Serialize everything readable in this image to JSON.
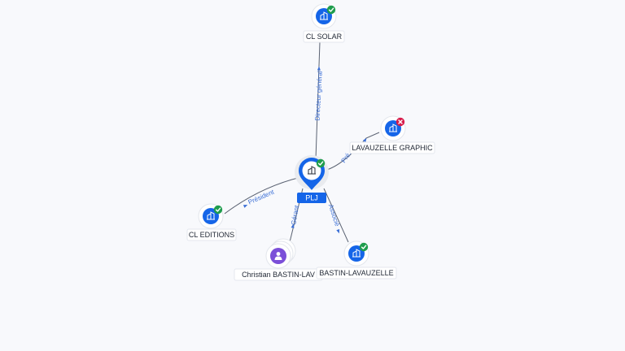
{
  "center": {
    "label": "PLJ",
    "status": "active",
    "icon": "building-icon",
    "color": "#1565e8"
  },
  "nodes": [
    {
      "id": "cl-solar",
      "label": "CL SOLAR",
      "kind": "company",
      "status": "active",
      "icon": "building-icon"
    },
    {
      "id": "lavauzelle-graphic",
      "label": "LAVAUZELLE GRAPHIC",
      "kind": "company",
      "status": "closed",
      "icon": "building-icon"
    },
    {
      "id": "cl-editions",
      "label": "CL EDITIONS",
      "kind": "company",
      "status": "active",
      "icon": "building-icon"
    },
    {
      "id": "christian-bastin",
      "label": "Christian BASTIN-LAV",
      "kind": "person",
      "status": "none",
      "icon": "person-icon"
    },
    {
      "id": "bastin-lavauzelle",
      "label": "BASTIN-LAVAUZELLE",
      "kind": "company",
      "status": "active",
      "icon": "building-icon"
    }
  ],
  "edges": [
    {
      "to": "cl-solar",
      "label": "Directeur général"
    },
    {
      "to": "lavauzelle-graphic",
      "label": "Pré..."
    },
    {
      "to": "cl-editions",
      "label": "Président"
    },
    {
      "to": "christian-bastin",
      "label": "Gérant"
    },
    {
      "to": "bastin-lavauzelle",
      "label": "Associé"
    }
  ],
  "colors": {
    "company": "#1565e8",
    "person": "#7b4fd8",
    "active_badge": "#1f9d4d",
    "closed_badge": "#d81b4a",
    "edge_label": "#3b6fd6"
  }
}
